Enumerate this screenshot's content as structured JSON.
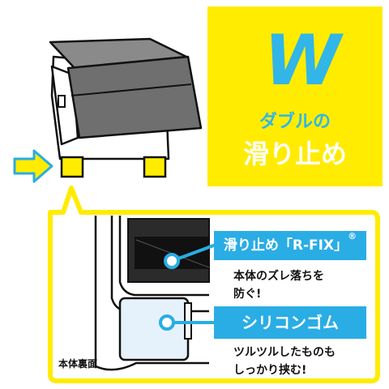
{
  "badge": {
    "letter": "W",
    "subtitle": "ダブルの",
    "title": "滑り止め"
  },
  "callouts": {
    "rfix": {
      "label": "滑り止め「R-FIX」",
      "mark": "®",
      "desc_line1": "本体のズレ落ちを",
      "desc_line2": "防ぐ!"
    },
    "silicone": {
      "label": "シリコンゴム",
      "desc_line1": "ツルツルしたものも",
      "desc_line2": "しっかり挟む!"
    }
  },
  "caption": {
    "back_label": "本体裏面"
  },
  "colors": {
    "yellow": "#ffec00",
    "blue": "#29ade4",
    "cyan_text": "#31b6e7",
    "device_gray": "#6f6f6f"
  }
}
